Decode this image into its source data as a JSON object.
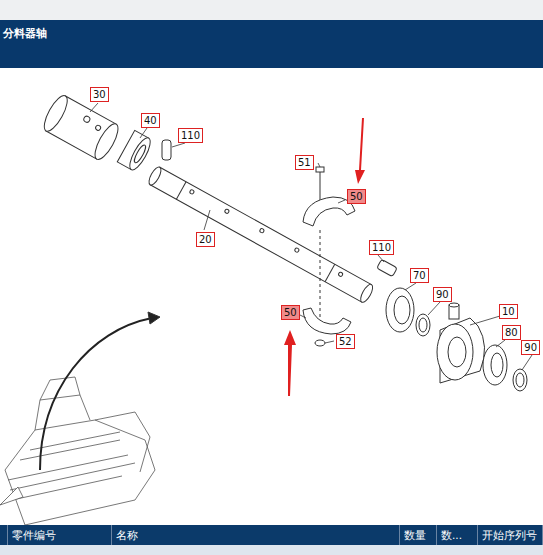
{
  "diagram": {
    "title": "分料器轴",
    "nodes": [
      {
        "text": [
          "30"
        ]
      },
      {
        "text": [
          "40"
        ]
      },
      {
        "text": [
          "110"
        ]
      },
      {
        "text": [
          "20"
        ]
      },
      {
        "text": [
          "51"
        ]
      },
      {
        "text": [
          "50"
        ]
      },
      {
        "text": [
          "110"
        ]
      },
      {
        "text": [
          "70"
        ]
      },
      {
        "text": [
          "90"
        ]
      },
      {
        "text": [
          "10"
        ]
      },
      {
        "text": [
          "80"
        ]
      },
      {
        "text": [
          "90"
        ]
      },
      {
        "text": [
          "50"
        ]
      },
      {
        "text": [
          "52"
        ]
      }
    ],
    "labels": [
      "零件编号",
      "名称",
      "数量",
      "数...",
      "开始序列号"
    ]
  }
}
